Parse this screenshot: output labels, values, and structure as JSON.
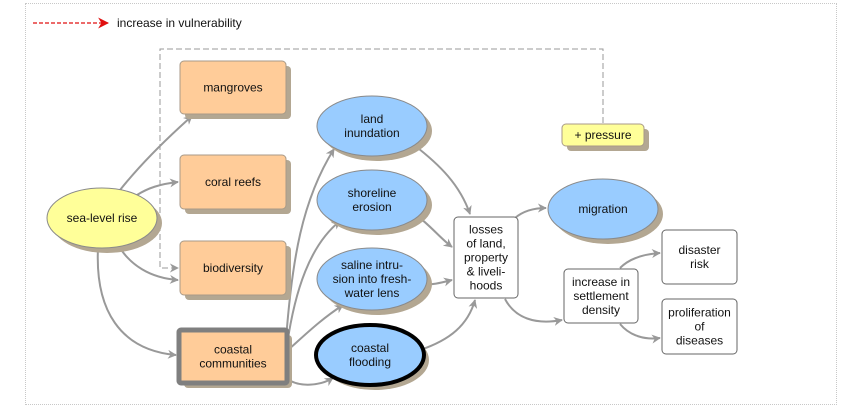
{
  "legend": {
    "label": "increase in vulnerability",
    "line_color": "#e01010"
  },
  "colors": {
    "yellow_fill": "#ffff99",
    "orange_fill": "#ffcc99",
    "blue_fill": "#99ccff",
    "white_fill": "#ffffff",
    "shadow": "#b3a792",
    "edge": "#999999",
    "dashed_edge": "#999999"
  },
  "nodes": [
    {
      "id": "sea-level-rise",
      "shape": "ellipse",
      "fill": "yellow",
      "lines": [
        "sea-level rise"
      ]
    },
    {
      "id": "mangroves",
      "shape": "box",
      "fill": "orange",
      "lines": [
        "mangroves"
      ]
    },
    {
      "id": "coral-reefs",
      "shape": "box",
      "fill": "orange",
      "lines": [
        "coral reefs"
      ]
    },
    {
      "id": "biodiversity",
      "shape": "box",
      "fill": "orange",
      "lines": [
        "biodiversity"
      ]
    },
    {
      "id": "coastal-communities",
      "shape": "box",
      "fill": "orange",
      "emphasis": "thick-gray",
      "lines": [
        "coastal",
        "communities"
      ]
    },
    {
      "id": "land-inundation",
      "shape": "ellipse",
      "fill": "blue",
      "lines": [
        "land",
        "inundation"
      ]
    },
    {
      "id": "shoreline-erosion",
      "shape": "ellipse",
      "fill": "blue",
      "lines": [
        "shoreline",
        "erosion"
      ]
    },
    {
      "id": "saline-intrusion",
      "shape": "ellipse",
      "fill": "blue",
      "lines": [
        "saline intru-",
        "sion into fresh-",
        "water lens"
      ]
    },
    {
      "id": "coastal-flooding",
      "shape": "ellipse",
      "fill": "blue",
      "emphasis": "thick-black",
      "lines": [
        "coastal",
        "flooding"
      ]
    },
    {
      "id": "losses",
      "shape": "box",
      "fill": "white",
      "lines": [
        "losses",
        "of land,",
        "property",
        "& liveli-",
        "hoods"
      ]
    },
    {
      "id": "migration",
      "shape": "ellipse",
      "fill": "blue",
      "lines": [
        "migration"
      ]
    },
    {
      "id": "pressure",
      "shape": "box",
      "fill": "yellow",
      "lines": [
        "+ pressure"
      ]
    },
    {
      "id": "settlement-density",
      "shape": "box",
      "fill": "white",
      "lines": [
        "increase in",
        "settlement",
        "density"
      ]
    },
    {
      "id": "disaster-risk",
      "shape": "box",
      "fill": "white",
      "lines": [
        "disaster",
        "risk"
      ]
    },
    {
      "id": "diseases",
      "shape": "box",
      "fill": "white",
      "lines": [
        "proliferation",
        "of",
        "diseases"
      ]
    }
  ],
  "edges": [
    {
      "from": "sea-level-rise",
      "to": "mangroves"
    },
    {
      "from": "sea-level-rise",
      "to": "coral-reefs"
    },
    {
      "from": "sea-level-rise",
      "to": "biodiversity"
    },
    {
      "from": "sea-level-rise",
      "to": "coastal-communities"
    },
    {
      "from": "coastal-communities",
      "to": "land-inundation"
    },
    {
      "from": "coastal-communities",
      "to": "shoreline-erosion"
    },
    {
      "from": "coastal-communities",
      "to": "saline-intrusion"
    },
    {
      "from": "coastal-communities",
      "to": "coastal-flooding"
    },
    {
      "from": "land-inundation",
      "to": "losses"
    },
    {
      "from": "shoreline-erosion",
      "to": "losses"
    },
    {
      "from": "saline-intrusion",
      "to": "losses"
    },
    {
      "from": "coastal-flooding",
      "to": "losses"
    },
    {
      "from": "losses",
      "to": "migration"
    },
    {
      "from": "losses",
      "to": "settlement-density"
    },
    {
      "from": "settlement-density",
      "to": "disaster-risk"
    },
    {
      "from": "settlement-density",
      "to": "diseases"
    },
    {
      "from": "pressure",
      "to": "biodiversity",
      "style": "dashed"
    }
  ]
}
